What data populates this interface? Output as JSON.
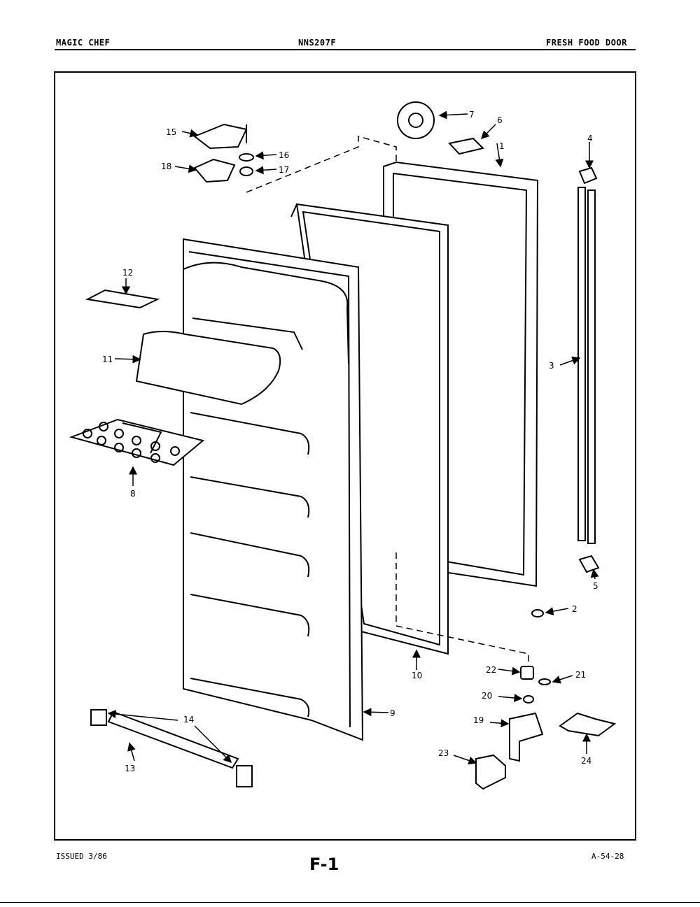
{
  "header": {
    "brand": "MAGIC CHEF",
    "model": "NNS207F",
    "section": "FRESH FOOD DOOR"
  },
  "footer": {
    "issued": "ISSUED 3/86",
    "page_code": "F-1",
    "doc_number": "A-54-28"
  },
  "callouts": {
    "c1": "1",
    "c2": "2",
    "c3": "3",
    "c4": "4",
    "c5": "5",
    "c6": "6",
    "c7": "7",
    "c8": "8",
    "c9": "9",
    "c10": "10",
    "c11": "11",
    "c12": "12",
    "c13": "13",
    "c14": "14",
    "c15": "15",
    "c16": "16",
    "c17": "17",
    "c18": "18",
    "c19": "19",
    "c20": "20",
    "c21": "21",
    "c22": "22",
    "c23": "23",
    "c24": "24"
  }
}
